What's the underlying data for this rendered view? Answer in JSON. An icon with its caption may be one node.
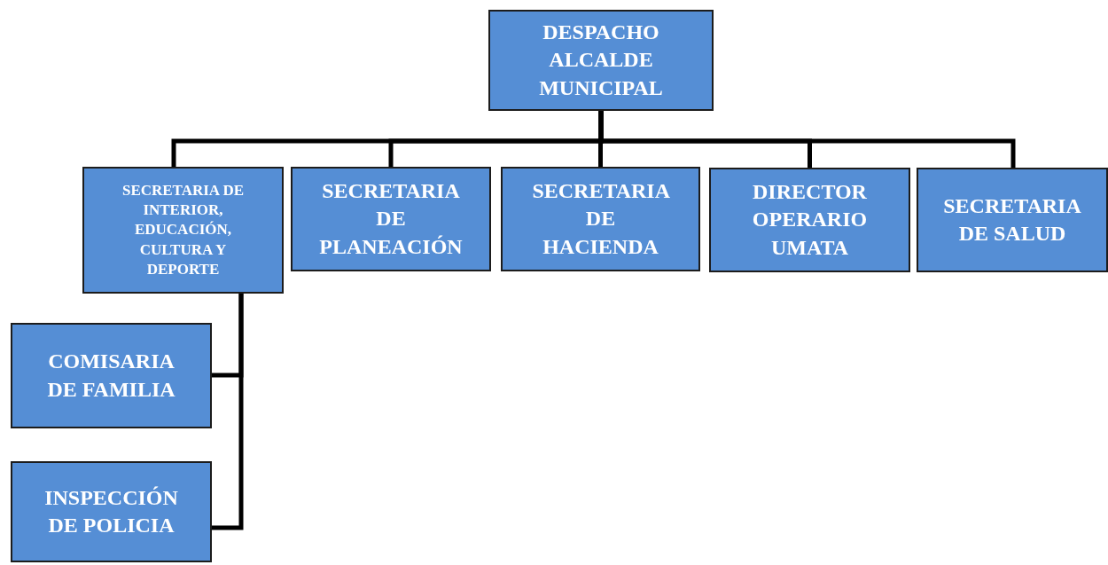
{
  "diagram": {
    "nodes": [
      {
        "text": [
          "DESPACHO ALCALDE MUNICIPAL"
        ]
      },
      {
        "text": [
          "SECRETARIA DE INTERIOR, EDUCACIÓN, CULTURA Y DEPORTE"
        ]
      },
      {
        "text": [
          "SECRETARIA DE PLANEACIÓN"
        ]
      },
      {
        "text": [
          "SECRETARIA DE HACIENDA"
        ]
      },
      {
        "text": [
          "DIRECTOR OPERARIO UMATA"
        ]
      },
      {
        "text": [
          "SECRETARIA DE SALUD"
        ]
      },
      {
        "text": [
          "COMISARIA DE FAMILIA"
        ]
      },
      {
        "text": [
          "INSPECCIÓN DE POLICIA"
        ]
      }
    ],
    "edges": [
      {
        "from": 0,
        "to": 1,
        "arrow": "none"
      },
      {
        "from": 0,
        "to": 2,
        "arrow": "none"
      },
      {
        "from": 0,
        "to": 3,
        "arrow": "none"
      },
      {
        "from": 0,
        "to": 4,
        "arrow": "none"
      },
      {
        "from": 0,
        "to": 5,
        "arrow": "none"
      },
      {
        "from": 1,
        "to": 6,
        "arrow": "none"
      },
      {
        "from": 1,
        "to": 7,
        "arrow": "none"
      }
    ]
  }
}
